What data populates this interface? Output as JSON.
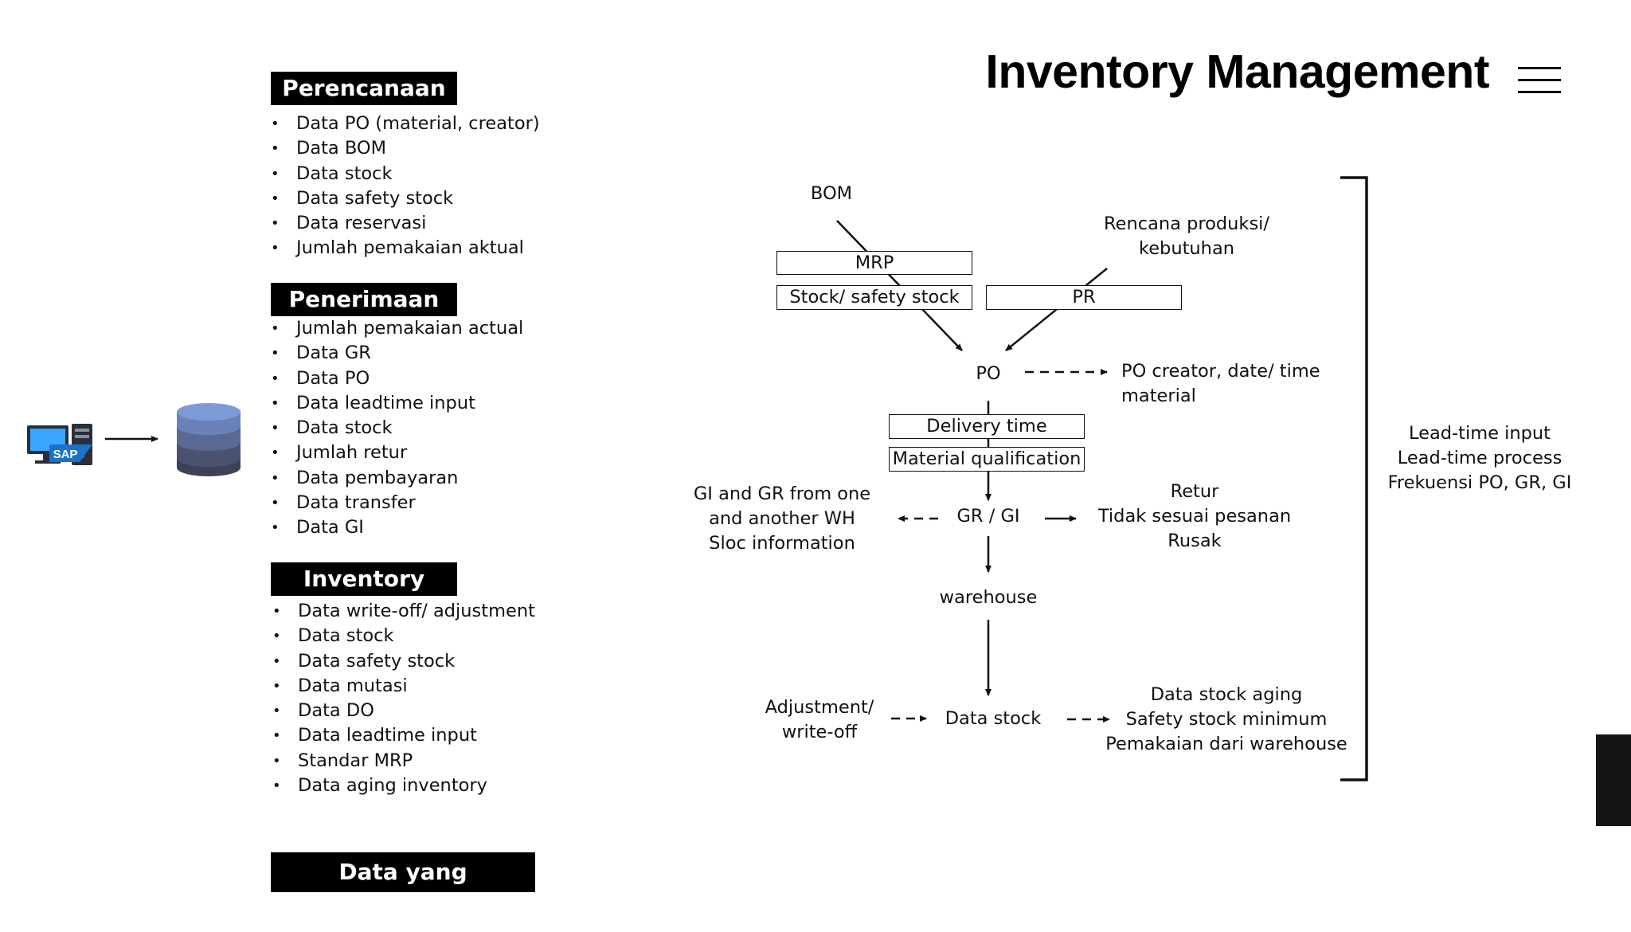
{
  "title": "Inventory Management",
  "icons": {
    "menu": "hamburger-menu-icon",
    "computer": "sap-computer-icon",
    "database": "database-icon",
    "sap_badge": "SAP"
  },
  "colors": {
    "section_label_bg": "#000000",
    "db_top": "#7c9bd6",
    "db_bottom": "#3d4256",
    "sap_blue": "#1a73c9",
    "right_tab": "#141414"
  },
  "sections": {
    "perencanaan": {
      "label": "Perencanaan",
      "items": [
        "Data PO (material, creator)",
        "Data BOM",
        "Data stock",
        "Data safety stock",
        "Data reservasi",
        "Jumlah pemakaian aktual"
      ]
    },
    "penerimaan": {
      "label": "Penerimaan",
      "items": [
        "Jumlah pemakaian actual",
        "Data GR",
        "Data PO",
        "Data leadtime input",
        "Data stock",
        "Jumlah retur",
        "Data pembayaran",
        "Data transfer",
        "Data GI"
      ]
    },
    "inventory": {
      "label": "Inventory",
      "items": [
        "Data write-off/ adjustment",
        "Data stock",
        "Data safety stock",
        "Data mutasi",
        "Data DO",
        "Data leadtime input",
        "Standar MRP",
        "Data aging inventory"
      ]
    },
    "footer_label": "Data yang diperlukan"
  },
  "flow": {
    "bom": "BOM",
    "rencana_1": "Rencana produksi/",
    "rencana_2": "kebutuhan",
    "mrp": "MRP",
    "stock_safety": "Stock/ safety stock",
    "pr": "PR",
    "po": "PO",
    "po_info_1": "PO creator, date/ time",
    "po_info_2": "material",
    "delivery_time": "Delivery time",
    "material_qualification": "Material qualification",
    "grgi": "GR / GI",
    "wh_1": "GI and GR from one",
    "wh_2": "and another WH",
    "wh_3": "Sloc information",
    "retur_1": "Retur",
    "retur_2": "Tidak sesuai pesanan",
    "retur_3": "Rusak",
    "warehouse": "warehouse",
    "data_stock": "Data stock",
    "adj_1": "Adjustment/",
    "adj_2": "write-off",
    "aging_1": "Data stock aging",
    "aging_2": "Safety stock minimum",
    "aging_3": "Pemakaian dari warehouse"
  },
  "bracket_notes": [
    "Lead-time input",
    "Lead-time process",
    "Frekuensi PO, GR, GI"
  ]
}
